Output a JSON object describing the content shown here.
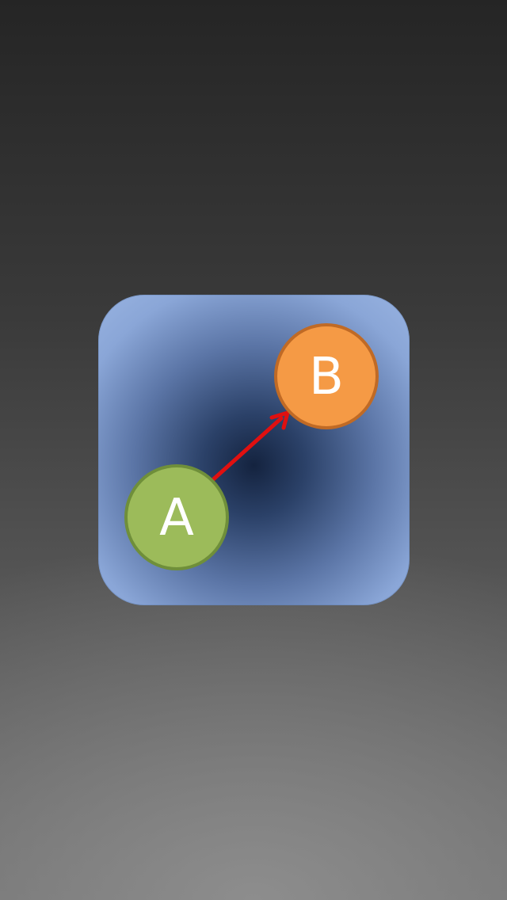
{
  "icon": {
    "name": "ab-connection-app-icon",
    "colors": {
      "background_outer": "#98b3e1",
      "background_center": "#14233f"
    }
  },
  "nodes": {
    "b": {
      "label": "B",
      "color": "#f59a45"
    },
    "a": {
      "label": "A",
      "color": "#9cbb5a"
    }
  },
  "arrow": {
    "from": "A",
    "to": "B",
    "color": "#e01010",
    "icon": "arrow-icon"
  }
}
